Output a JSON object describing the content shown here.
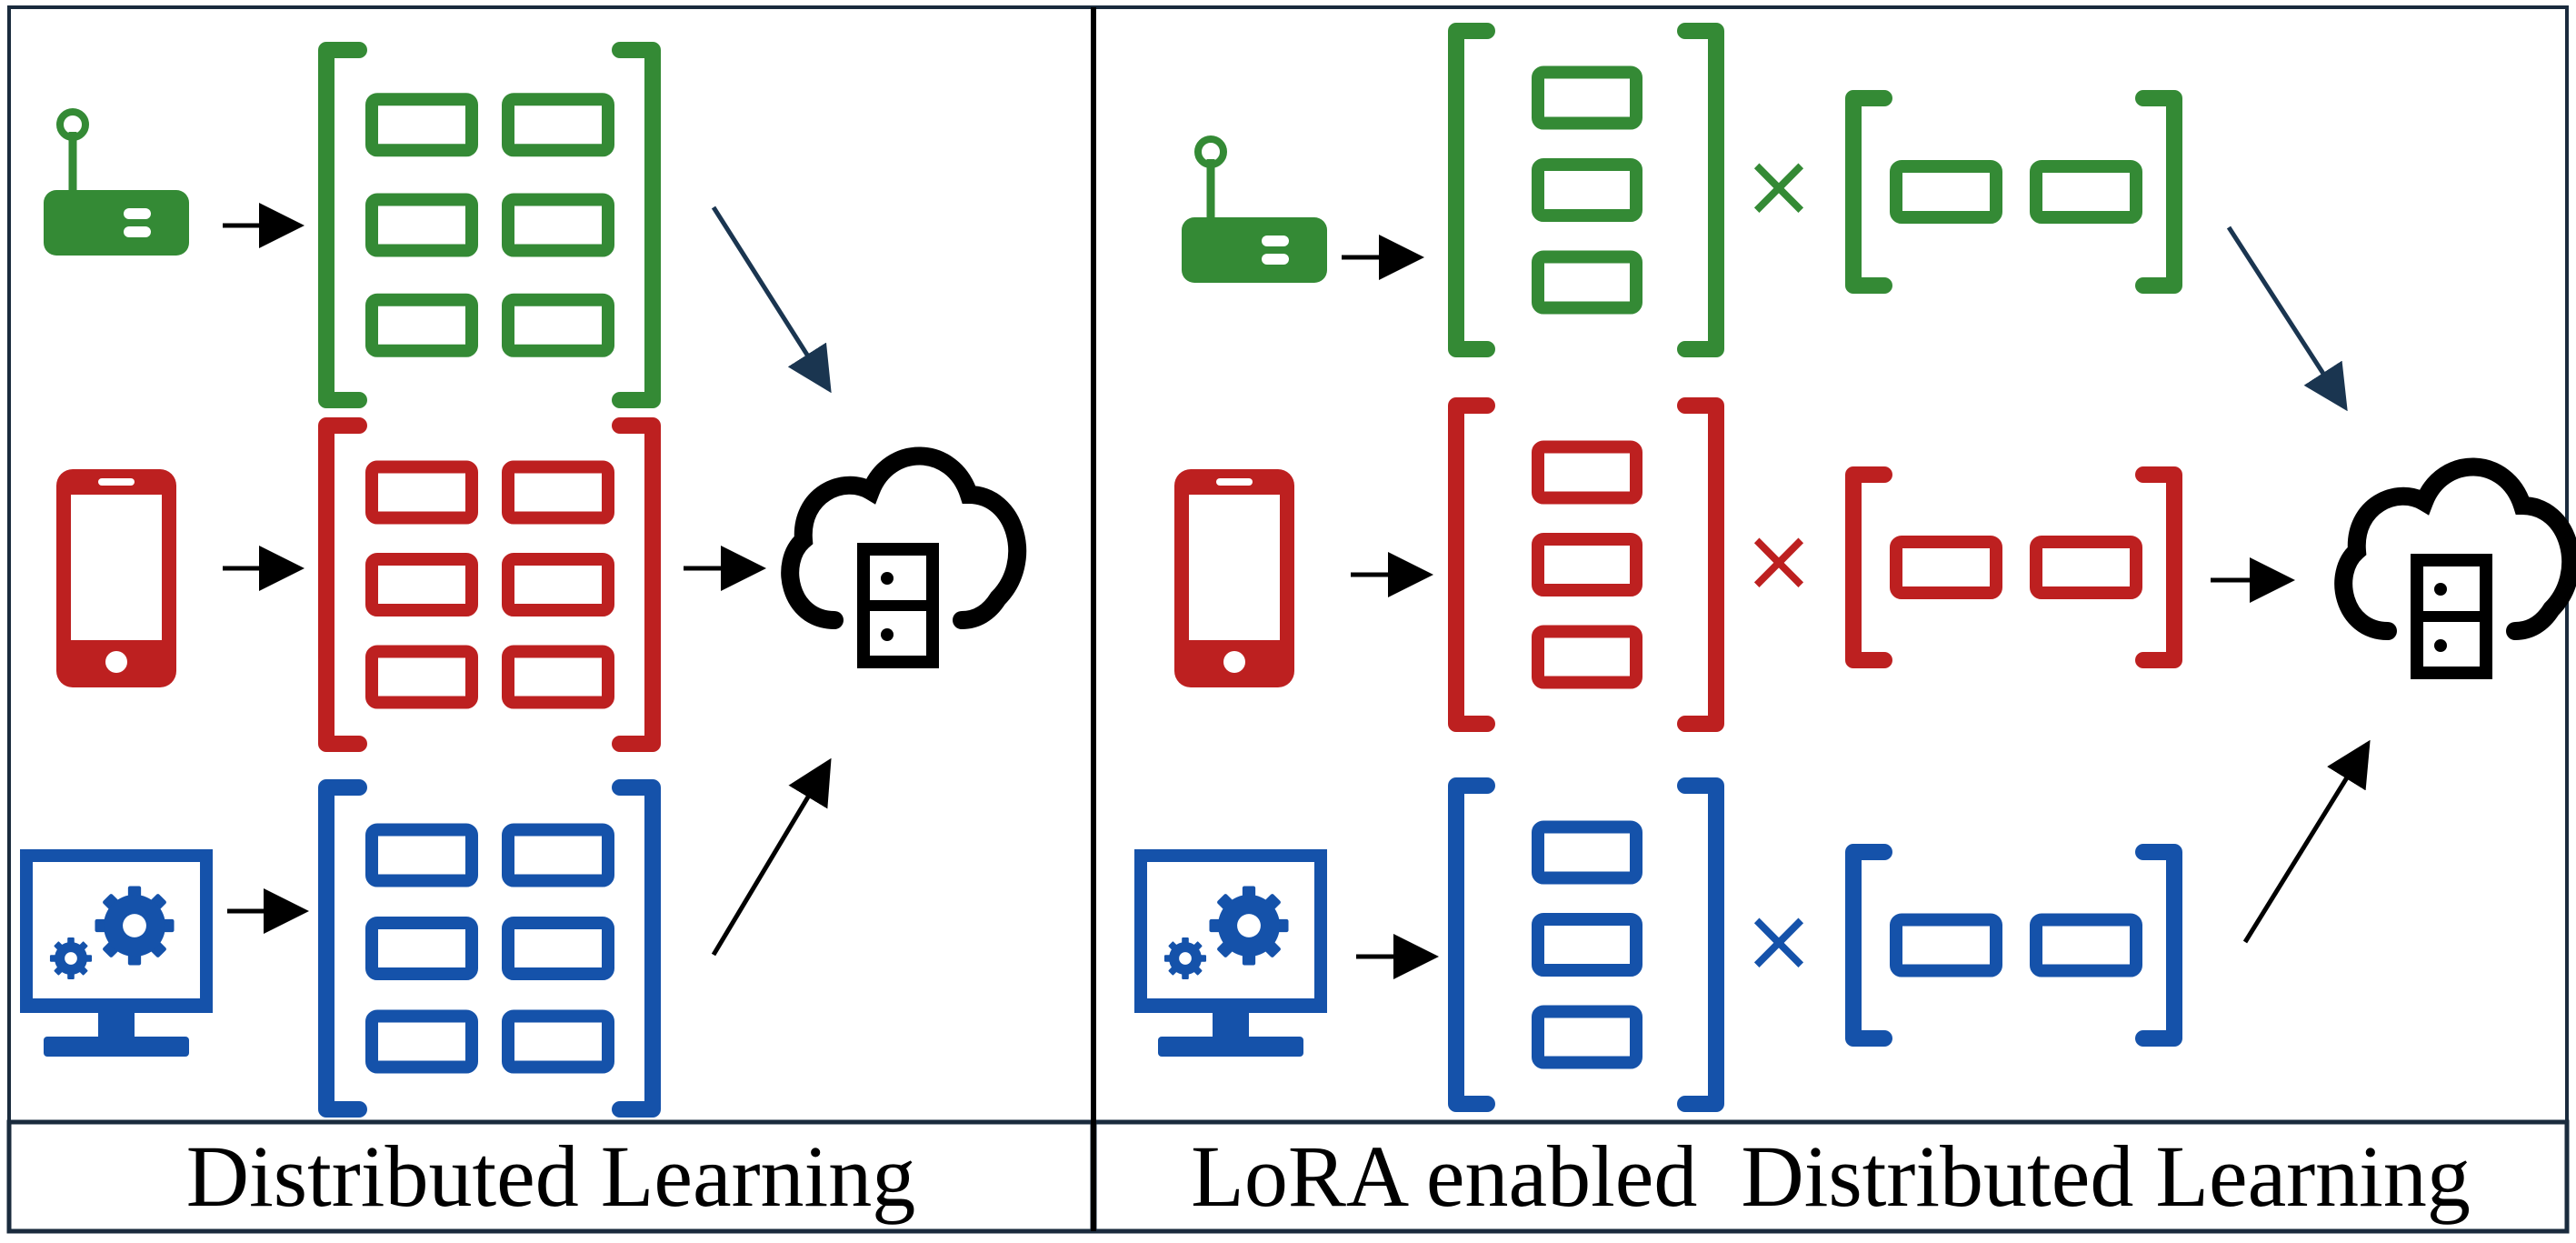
{
  "panels": [
    {
      "id": "distributed",
      "caption": "Distributed Learning"
    },
    {
      "id": "lora",
      "caption": "LoRA enabled  Distributed Learning"
    }
  ],
  "clients": [
    {
      "device": "router-icon",
      "color": "#348a35"
    },
    {
      "device": "smartphone-icon",
      "color": "#bd2020"
    },
    {
      "device": "computer-settings-icon",
      "color": "#1552aa"
    }
  ],
  "multiply_symbol": "×",
  "server_icon": "cloud-server-icon",
  "colors": {
    "border": "#1a2b3d",
    "arrow": "#000000",
    "arrow_navy": "#1a3550"
  }
}
